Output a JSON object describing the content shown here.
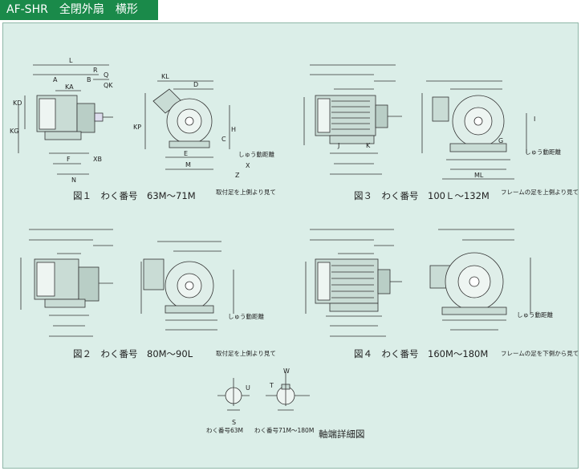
{
  "title": "AF-SHR　全閉外扇　横形",
  "figures": [
    {
      "caption": "図１　わく番号　63M～71M",
      "note": "取付足を上側より見て"
    },
    {
      "caption": "図２　わく番号　80M～90L",
      "note": "取付足を上側より見て"
    },
    {
      "caption": "図３　わく番号　100Ｌ～132M",
      "note": "フレームの足を上側より見て"
    },
    {
      "caption": "図４　わく番号　160M～180M",
      "note": "フレームの足を下側から見て"
    }
  ],
  "shaft_detail": {
    "caption": "軸端詳細図",
    "left_label": "わく番号63M",
    "right_label": "わく番号71M～180M"
  },
  "bolt_label": "しゅう動距離",
  "dims": {
    "L": "L",
    "R": "R",
    "A": "A",
    "B": "B",
    "Q": "Q",
    "QK": "QK",
    "KA": "KA",
    "KD": "KD",
    "KG": "KG",
    "KL": "KL",
    "KP": "KP",
    "D": "D",
    "H": "H",
    "C": "C",
    "E": "E",
    "F": "F",
    "G": "G",
    "I": "I",
    "J": "J",
    "K": "K",
    "M": "M",
    "N": "N",
    "XB": "XB",
    "X": "X",
    "Z": "Z",
    "ML": "ML",
    "S": "S",
    "U": "U",
    "T": "T",
    "W": "W"
  }
}
